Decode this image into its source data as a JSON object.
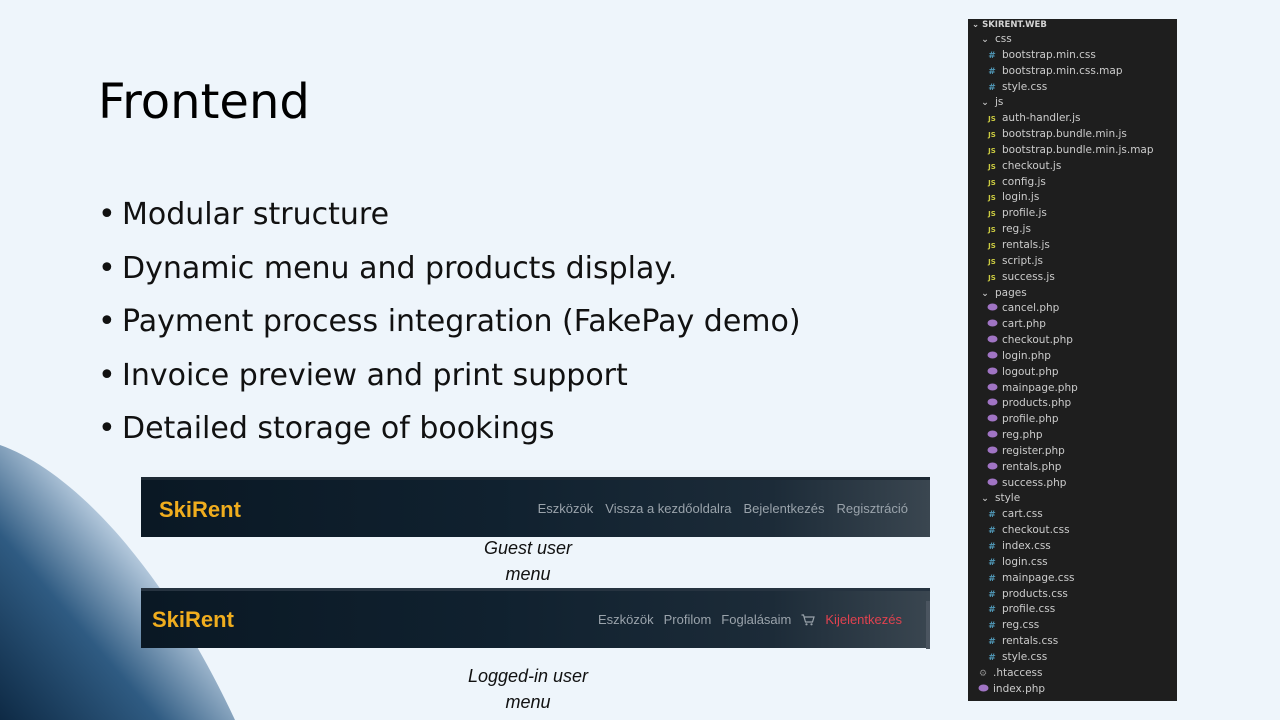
{
  "slide": {
    "title": "Frontend",
    "bullets": [
      "Modular structure",
      "Dynamic menu and products display.",
      "Payment process integration (FakePay demo)",
      "Invoice preview and print support",
      "Detailed storage of bookings"
    ]
  },
  "guest_menu": {
    "brand": "SkiRent",
    "links": [
      "Eszközök",
      "Vissza a kezdőoldalra",
      "Bejelentkezés",
      "Regisztráció"
    ],
    "caption": [
      "Guest user",
      "menu"
    ]
  },
  "logged_menu": {
    "brand": "SkiRent",
    "links": [
      "Eszközök",
      "Profilom",
      "Foglalásaim"
    ],
    "cart_icon": "cart-icon",
    "logout": "Kijelentkezés",
    "caption": [
      "Logged-in user",
      "menu"
    ]
  },
  "explorer": {
    "root": "SKIRENT.WEB",
    "rows": [
      {
        "label": "css",
        "kind": "folder",
        "depth": 1
      },
      {
        "label": "bootstrap.min.css",
        "kind": "css",
        "depth": 2
      },
      {
        "label": "bootstrap.min.css.map",
        "kind": "css",
        "depth": 2
      },
      {
        "label": "style.css",
        "kind": "css",
        "depth": 2
      },
      {
        "label": "js",
        "kind": "folder",
        "depth": 1
      },
      {
        "label": "auth-handler.js",
        "kind": "js",
        "depth": 2
      },
      {
        "label": "bootstrap.bundle.min.js",
        "kind": "js",
        "depth": 2
      },
      {
        "label": "bootstrap.bundle.min.js.map",
        "kind": "js",
        "depth": 2
      },
      {
        "label": "checkout.js",
        "kind": "js",
        "depth": 2
      },
      {
        "label": "config.js",
        "kind": "js",
        "depth": 2
      },
      {
        "label": "login.js",
        "kind": "js",
        "depth": 2
      },
      {
        "label": "profile.js",
        "kind": "js",
        "depth": 2
      },
      {
        "label": "reg.js",
        "kind": "js",
        "depth": 2
      },
      {
        "label": "rentals.js",
        "kind": "js",
        "depth": 2
      },
      {
        "label": "script.js",
        "kind": "js",
        "depth": 2
      },
      {
        "label": "success.js",
        "kind": "js",
        "depth": 2
      },
      {
        "label": "pages",
        "kind": "folder",
        "depth": 1
      },
      {
        "label": "cancel.php",
        "kind": "php",
        "depth": 2
      },
      {
        "label": "cart.php",
        "kind": "php",
        "depth": 2
      },
      {
        "label": "checkout.php",
        "kind": "php",
        "depth": 2
      },
      {
        "label": "login.php",
        "kind": "php",
        "depth": 2
      },
      {
        "label": "logout.php",
        "kind": "php",
        "depth": 2
      },
      {
        "label": "mainpage.php",
        "kind": "php",
        "depth": 2
      },
      {
        "label": "products.php",
        "kind": "php",
        "depth": 2
      },
      {
        "label": "profile.php",
        "kind": "php",
        "depth": 2
      },
      {
        "label": "reg.php",
        "kind": "php",
        "depth": 2
      },
      {
        "label": "register.php",
        "kind": "php",
        "depth": 2
      },
      {
        "label": "rentals.php",
        "kind": "php",
        "depth": 2
      },
      {
        "label": "success.php",
        "kind": "php",
        "depth": 2
      },
      {
        "label": "style",
        "kind": "folder",
        "depth": 1
      },
      {
        "label": "cart.css",
        "kind": "css",
        "depth": 2
      },
      {
        "label": "checkout.css",
        "kind": "css",
        "depth": 2
      },
      {
        "label": "index.css",
        "kind": "css",
        "depth": 2
      },
      {
        "label": "login.css",
        "kind": "css",
        "depth": 2
      },
      {
        "label": "mainpage.css",
        "kind": "css",
        "depth": 2
      },
      {
        "label": "products.css",
        "kind": "css",
        "depth": 2
      },
      {
        "label": "profile.css",
        "kind": "css",
        "depth": 2
      },
      {
        "label": "reg.css",
        "kind": "css",
        "depth": 2
      },
      {
        "label": "rentals.css",
        "kind": "css",
        "depth": 2
      },
      {
        "label": "style.css",
        "kind": "css",
        "depth": 2
      },
      {
        "label": ".htaccess",
        "kind": "gear",
        "depth": 1
      },
      {
        "label": "index.php",
        "kind": "php",
        "depth": 1
      }
    ]
  },
  "colors": {
    "brand": "#f0ad1e",
    "logout": "#e0424f",
    "slide_bg": "#eef5fb",
    "corner_dark": "#0e2a45"
  }
}
